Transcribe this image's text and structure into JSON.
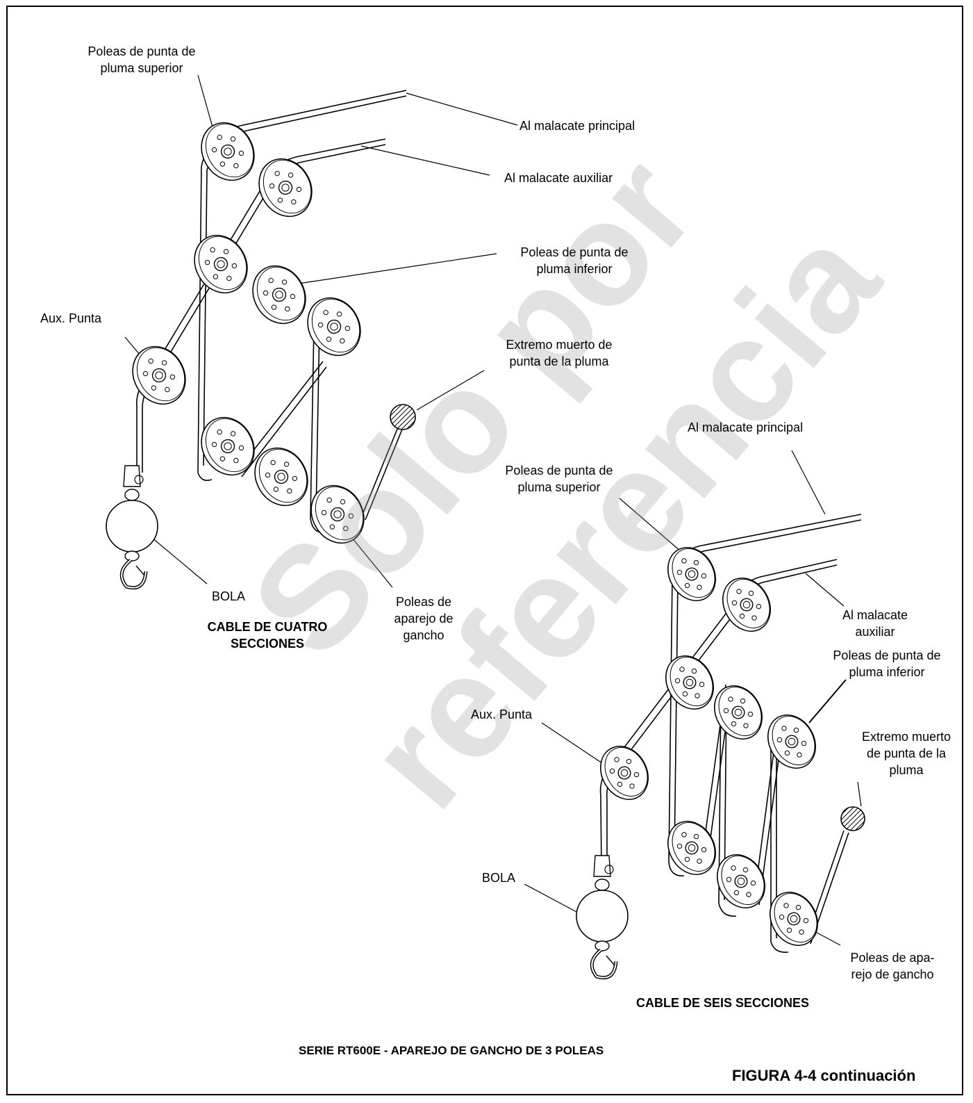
{
  "watermark": {
    "line1": "Solo por",
    "line2": "referencia"
  },
  "diagram_four": {
    "upper_tip_sheaves": [
      "Poleas de punta de",
      "pluma superior"
    ],
    "to_main_hoist": "Al malacate principal",
    "to_aux_hoist": "Al malacate auxiliar",
    "lower_tip_sheaves": [
      "Poleas de punta de",
      "pluma inferior"
    ],
    "aux_tip": "Aux. Punta",
    "dead_end": [
      "Extremo muerto de",
      "punta de la pluma"
    ],
    "ball": "BOLA",
    "hook_block_sheaves": [
      "Poleas de",
      "aparejo de",
      "gancho"
    ],
    "caption": [
      "CABLE DE CUATRO",
      "SECCIONES"
    ]
  },
  "diagram_six": {
    "to_main_hoist": "Al malacate principal",
    "upper_tip_sheaves": [
      "Poleas de punta de",
      "pluma superior"
    ],
    "to_aux_hoist": [
      "Al malacate",
      "auxiliar"
    ],
    "lower_tip_sheaves": [
      "Poleas de punta de",
      "pluma inferior"
    ],
    "aux_tip": "Aux. Punta",
    "dead_end": [
      "Extremo muerto",
      "de punta de la",
      "pluma"
    ],
    "ball": "BOLA",
    "hook_block_sheaves": [
      "Poleas de apa-",
      "rejo de gancho"
    ],
    "caption": "CABLE DE SEIS SECCIONES"
  },
  "footer": {
    "series_title": "SERIE RT600E - APAREJO DE GANCHO DE 3 POLEAS",
    "figure_label": "FIGURA 4-4 continuación"
  },
  "icons": {
    "sheave": "sheave-icon",
    "headache_ball": "headache-ball-icon",
    "hook": "hook-icon",
    "dead_end_anchor": "dead-end-anchor-icon"
  }
}
